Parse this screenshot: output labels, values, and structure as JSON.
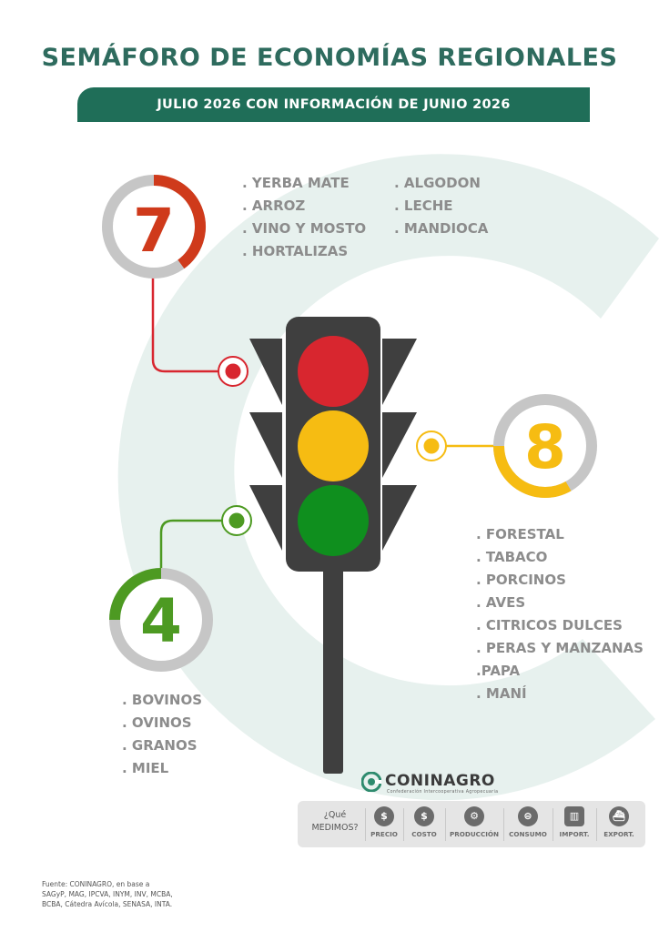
{
  "header": {
    "title": "SEMÁFORO DE ECONOMÍAS REGIONALES",
    "subtitle": "JULIO 2026 CON INFORMACIÓN DE JUNIO 2026"
  },
  "colors": {
    "title": "#2e6b5e",
    "banner": "#1f6e58",
    "red": "#cf3a1b",
    "light_red": "#d8262f",
    "yellow": "#f6bc12",
    "green": "#4d9a22",
    "light_green": "#0f8f1e",
    "housing": "#3f3f3f",
    "ring_gray": "#c6c6c6",
    "list_text": "#8c8c8c",
    "watermark": "#e7f1ee"
  },
  "red": {
    "count": "7",
    "items_col1": [
      ". YERBA MATE",
      ". ARROZ",
      ". VINO Y MOSTO",
      ". HORTALIZAS"
    ],
    "items_col2": [
      ". ALGODON",
      ". LECHE",
      ". MANDIOCA"
    ]
  },
  "yellow": {
    "count": "8",
    "items": [
      ". FORESTAL",
      ". TABACO",
      ". PORCINOS",
      ". AVES",
      ". CITRICOS DULCES",
      ". PERAS Y MANZANAS",
      ".PAPA",
      ". MANÍ"
    ]
  },
  "green": {
    "count": "4",
    "items": [
      ". BOVINOS",
      ". OVINOS",
      ". GRANOS",
      ". MIEL"
    ]
  },
  "logo": {
    "name": "CONINAGRO",
    "tagline": "Confederación Intercooperativa Agropecuaria"
  },
  "measures": {
    "question_1": "¿Qué",
    "question_2": "MEDIMOS?",
    "items": [
      {
        "label": "PRECIO",
        "icon": "dollar-icon",
        "glyph": "$"
      },
      {
        "label": "COSTO",
        "icon": "cost-icon",
        "glyph": "$"
      },
      {
        "label": "PRODUCCIÓN",
        "icon": "production-icon",
        "glyph": "⚙"
      },
      {
        "label": "CONSUMO",
        "icon": "consumption-icon",
        "glyph": "⊜"
      },
      {
        "label": "IMPORT.",
        "icon": "import-icon",
        "glyph": "▥"
      },
      {
        "label": "EXPORT.",
        "icon": "export-icon",
        "glyph": "⛴"
      }
    ]
  },
  "source": {
    "line1": "Fuente: CONINAGRO, en base a",
    "line2": "SAGyP, MAG, IPCVA, INYM, INV, MCBA,",
    "line3": "BCBA, Cátedra Avícola, SENASA, INTA."
  }
}
